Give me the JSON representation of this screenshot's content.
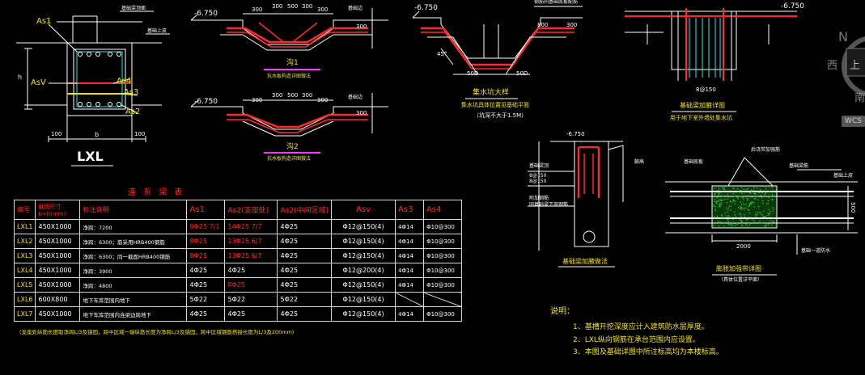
{
  "colors": {
    "background": "#000000",
    "yellow": "#f2e21a",
    "red": "#ff2a2a",
    "cyan": "#34e6e6",
    "magenta": "#ff3aff",
    "white": "#ffffff",
    "green": "#2bd63a"
  },
  "lxl": {
    "label_as1": "As1",
    "label_asv": "AsV",
    "label_as4": "As4",
    "label_as3": "As3",
    "label_as2": "As2",
    "label_h": "h",
    "dim_100_left": "100",
    "dim_b": "b",
    "dim_100_right": "100",
    "title": "LXL",
    "note_top": "基础梁顶面",
    "note_level": "基础上皮"
  },
  "trench1": {
    "level": "-6.750",
    "dim_300a": "300",
    "dim_300b": "300",
    "dim_500": "500",
    "dim_300c": "300",
    "dim_300d": "300",
    "dim_300e": "300",
    "title": "沟1",
    "subtitle": "抗水板构造详图做法",
    "note": "基础边"
  },
  "trench2": {
    "level": "-6.750",
    "dim_300a": "300",
    "dim_300b": "300",
    "dim_500": "500",
    "dim_300c": "300",
    "dim_300d": "300",
    "dim_300e": "300",
    "title": "沟2",
    "subtitle": "抗水板构造详图做法",
    "note": "基础边"
  },
  "pit": {
    "level": "-6.750",
    "dim_top_left": "800",
    "dim_top_right": "300",
    "dim_50d_left": "50D",
    "dim_50d_right": "50D",
    "angle": "45°",
    "title": "集水坑大样",
    "subtitle": "集水坑具体位置见基础平面",
    "note": "（坑深不大于1.5M）",
    "note_top": "钢筋同基础底板配筋"
  },
  "beam_detail": {
    "level": "-6.750",
    "rebar": "8@150",
    "title": "基础梁加腋详图",
    "subtitle": "用于地下室外墙处集水坑"
  },
  "beam_haunch": {
    "level": "-6.750",
    "rebar1": "8@150",
    "rebar2": "8@150",
    "note1": "基础梁顶",
    "note2": "附加钢筋",
    "note3": "同基础梁下部钢筋",
    "title": "基础梁加腋做法",
    "dim": "腋高"
  },
  "post_pour": {
    "label_top": "后浇带加强筋",
    "note_left": "基础底板",
    "note_right": "基础梁筋",
    "note_right2": "基础上皮",
    "dim_500": "500",
    "dim_2000": "2000",
    "note_bottom": "基础一道防水",
    "title": "膨胀加强带详图",
    "subtitle": "（具体位置详平面）"
  },
  "schedule": {
    "title": "连 系 梁 表",
    "headers": [
      "编号",
      "截面尺寸 b×h(mm)",
      "标注说明",
      "As1",
      "As2(支座处)",
      "As2(中间区域)",
      "Asv",
      "As3",
      "As4"
    ],
    "rows": [
      [
        "LXL1",
        "450X1000",
        "净跨：7200",
        "8Φ25 7/1",
        "14Φ25 7/7",
        "4Φ25",
        "Φ12@150(4)",
        "4Φ14",
        "Φ10@300"
      ],
      [
        "LXL2",
        "450X1000",
        "净跨：6300；筋采用HRB400钢筋",
        "8Φ25",
        "13Φ25 6/7",
        "4Φ25",
        "Φ12@150(4)",
        "4Φ14",
        "Φ10@300"
      ],
      [
        "LXL3",
        "450X1000",
        "净跨：6300；同一截面HRB400钢筋",
        "8Φ25",
        "13Φ25 6/7",
        "4Φ25",
        "Φ12@150(4)",
        "4Φ14",
        "Φ10@300"
      ],
      [
        "LXL4",
        "450X1000",
        "净跨：3900",
        "4Φ25",
        "4Φ25",
        "4Φ25",
        "Φ12@200(4)",
        "4Φ14",
        "Φ10@300"
      ],
      [
        "LXL5",
        "450X1000",
        "净跨：4800",
        "4Φ25",
        "8Φ25",
        "4Φ25",
        "Φ12@150(4)",
        "4Φ14",
        "Φ10@300"
      ],
      [
        "LXL6",
        "600X800",
        "地下车库范围内地下",
        "5Φ22",
        "5Φ22",
        "5Φ22",
        "Φ12@150(4)",
        "",
        ""
      ],
      [
        "LXL7",
        "450X1000",
        "地下车库范围内连梁边跨地下",
        "4Φ25",
        "4Φ25",
        "4Φ25",
        "Φ12@150(4)",
        "4Φ14",
        "Φ10@300"
      ]
    ],
    "footnote": "（支座处纵筋长度取净跨L/3及锚固，跨中区域一端纵筋长度为净跨L/3及锚固，跨中区域钢筋搭接长度为L/3及200mm）"
  },
  "notes": {
    "heading": "说明：",
    "items": [
      "1、基槽开挖深度应计入建筑防水层厚度。",
      "2、LXL纵向钢筋在承台范围内应设置。",
      "3、本图及基础详图中所注标高均为本楼标高。"
    ]
  },
  "nav": {
    "west": "西",
    "south": "南",
    "up": "上",
    "wcs": "WCS"
  }
}
